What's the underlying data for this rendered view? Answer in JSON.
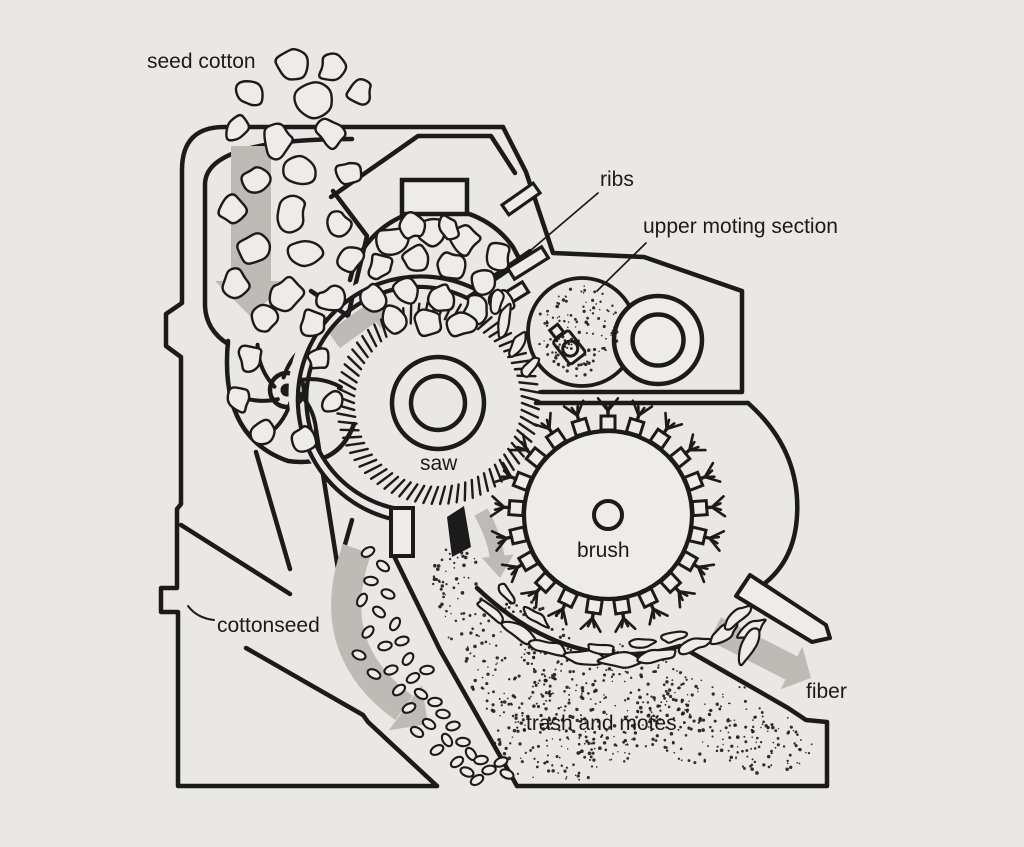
{
  "diagram": {
    "title": "saw gin stand cross-section",
    "labels": {
      "seed_cotton": "seed cotton",
      "ribs": "ribs",
      "upper_moting_section": "upper moting section",
      "saw": "saw",
      "brush": "brush",
      "cottonseed": "cottonseed",
      "trash_and_motes": "trash and motes",
      "fiber": "fiber"
    },
    "flow_arrows": [
      {
        "name": "seed-cotton-inflow-arrow",
        "direction": "down"
      },
      {
        "name": "roll-box-feed-arrow",
        "direction": "up-right"
      },
      {
        "name": "lint-doffing-arrow",
        "direction": "down"
      },
      {
        "name": "cottonseed-outflow-arrow",
        "direction": "down-right"
      },
      {
        "name": "fiber-outflow-arrow",
        "direction": "down-right"
      }
    ],
    "colors": {
      "background": "#e9e8e4",
      "ink": "#1b1b1b",
      "arrow": "#bcbbb6",
      "fill": "#edece8"
    }
  }
}
